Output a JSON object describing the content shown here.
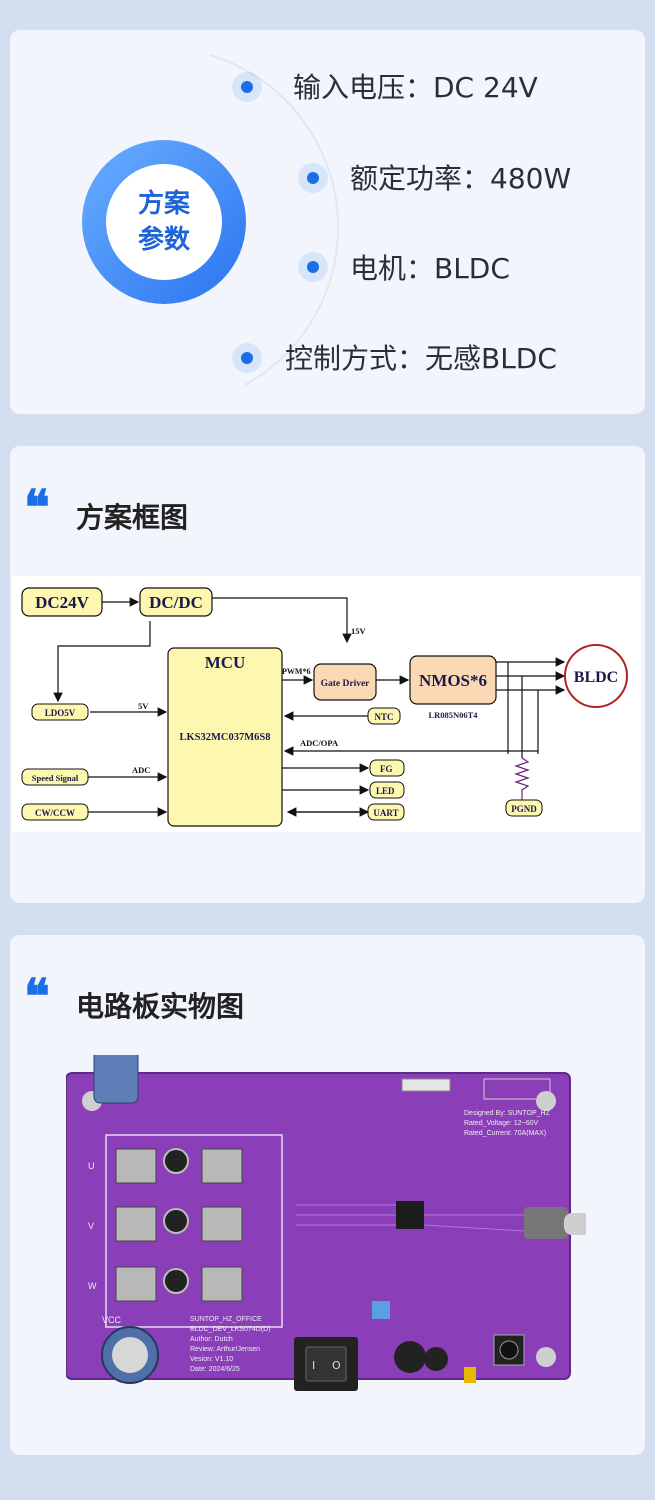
{
  "params": {
    "badge_line1": "方案",
    "badge_line2": "参数",
    "items": [
      {
        "label": "输入电压：DC 24V"
      },
      {
        "label": "额定功率：480W"
      },
      {
        "label": "电机：BLDC"
      },
      {
        "label": "控制方式：无感BLDC"
      }
    ]
  },
  "block_diagram": {
    "title": "方案框图",
    "blocks": {
      "dc24v": "DC24V",
      "dcdc": "DC/DC",
      "mcu": "MCU",
      "mcu_part": "LKS32MC037M6S8",
      "ldo": "LDO5V",
      "gate_driver": "Gate Driver",
      "nmos": "NMOS*6",
      "nmos_part": "LR085N06T4",
      "bldc": "BLDC",
      "ntc": "NTC",
      "fg": "FG",
      "led": "LED",
      "uart": "UART",
      "pgnd": "PGND",
      "speed_signal": "Speed Signal",
      "cwccw": "CW/CCW"
    },
    "labels": {
      "v15": "15V",
      "v5": "5V",
      "pwm": "PWM*6",
      "adc_opa": "ADC/OPA",
      "adc": "ADC"
    }
  },
  "board": {
    "title": "电路板实物图",
    "silkscreen_top": [
      "Designed By: SUNTOP_HZ",
      "Rated_Voltage: 12~60V",
      "Rated_Current: 70A(MAX)"
    ],
    "silkscreen_bottom": [
      "SUNTOP_HZ_OFFICE",
      "BLDC_DEV_LKS074D(D)",
      "Author: Dutch",
      "Review: Arthur/Jensen",
      "Vesion: V1.10",
      "Date: 2024/6/25"
    ],
    "phase_labels": [
      "U",
      "V",
      "W"
    ],
    "vcc_label": "VCC"
  },
  "colors": {
    "accent": "#1a6fe6",
    "block_fill": "#fdf7b0",
    "board_purple": "#8a3fb8"
  }
}
